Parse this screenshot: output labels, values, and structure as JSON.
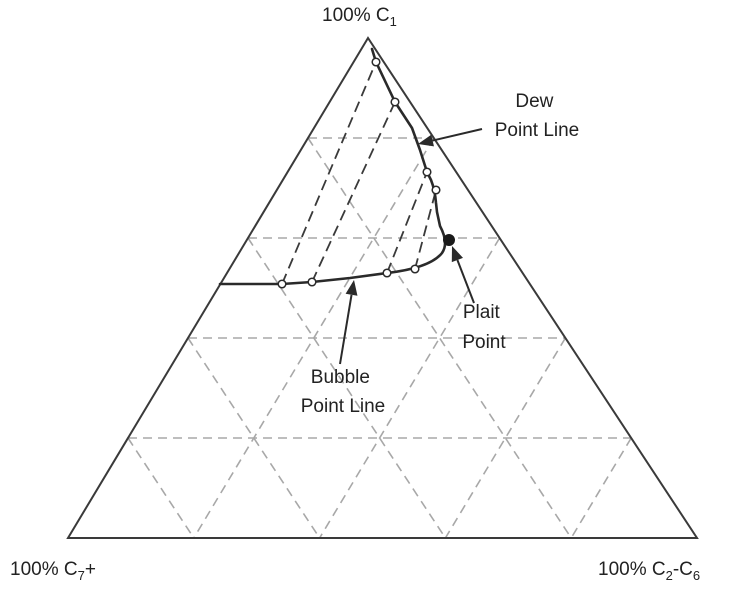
{
  "diagram": {
    "type": "ternary-phase-diagram",
    "vertices": {
      "top": {
        "text": "100% C",
        "sub": "1",
        "suffix": ""
      },
      "left": {
        "text": "100% C",
        "sub": "7",
        "suffix": "+"
      },
      "right": {
        "text": "100% C",
        "sub": "2",
        "suffix": "-C",
        "sub2": "6"
      }
    },
    "annotations": {
      "dew": [
        "Dew",
        "Point Line"
      ],
      "plait": [
        "Plait",
        "Point"
      ],
      "bubble": [
        "Bubble",
        "Point Line"
      ]
    },
    "colors": {
      "outline": "#3a3a3a",
      "grid": "#a8a8a8",
      "curve": "#2a2a2a",
      "tie_line": "#3a3a3a",
      "marker_fill": "#ffffff",
      "plait_fill": "#1a1a1a"
    }
  }
}
